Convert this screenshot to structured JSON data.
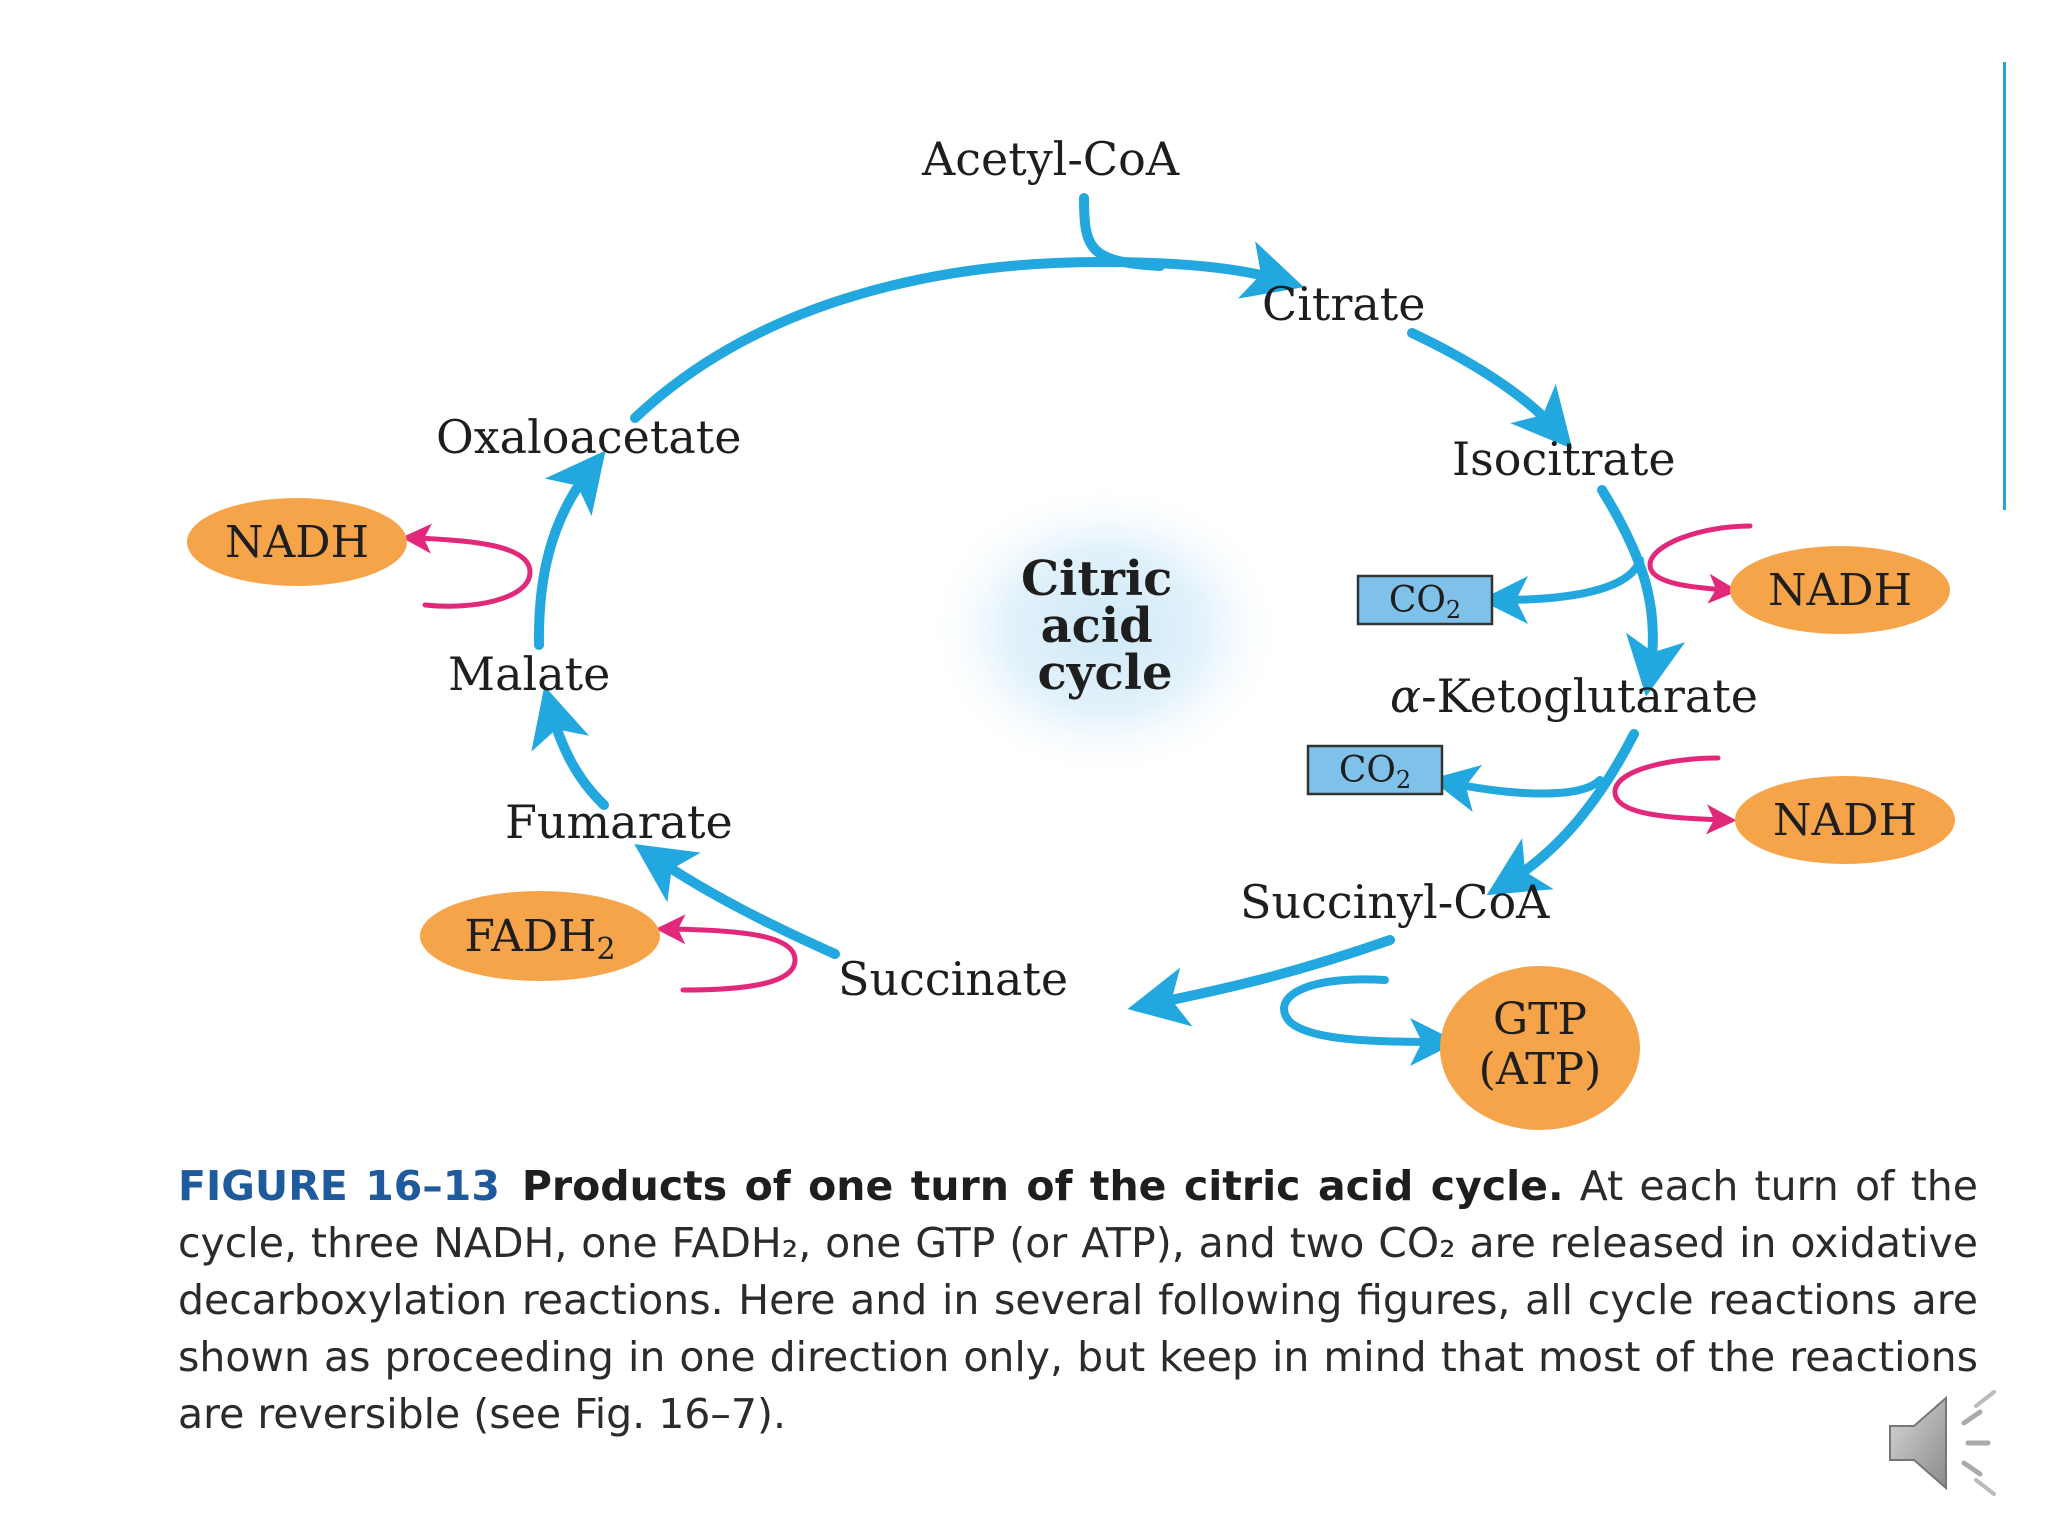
{
  "diagram": {
    "center_label": [
      "Citric",
      "acid",
      "cycle"
    ],
    "compounds": {
      "acetyl_coa": "Acetyl-CoA",
      "citrate": "Citrate",
      "isocitrate": "Isocitrate",
      "ketoglutarate_prefix": "α",
      "ketoglutarate": "-Ketoglutarate",
      "succinyl_coa": "Succinyl-CoA",
      "succinate": "Succinate",
      "fumarate": "Fumarate",
      "malate": "Malate",
      "oxaloacetate": "Oxaloacetate"
    },
    "products": {
      "nadh": "NADH",
      "fadh_base": "FADH",
      "fadh_sub": "2",
      "gtp_line1": "GTP",
      "gtp_line2": "(ATP)",
      "co2_base": "CO",
      "co2_sub": "2"
    },
    "colors": {
      "arrow_blue": "#22a8de",
      "arrow_pink": "#e2287a",
      "product_orange": "#f5a44a",
      "co2_box": "#7fc1e8"
    }
  },
  "caption": {
    "figure_number": "FIGURE 16–13",
    "title": "Products of one turn of the citric acid cycle.",
    "text": "At each turn of the cycle, three NADH, one FADH₂, one GTP (or ATP), and two CO₂ are released in oxidative decarboxylation reactions. Here and in several following figures, all cycle reactions are shown as proceeding in one direction only, but keep in mind that most of the reactions are reversible (see Fig. 16–7)."
  }
}
